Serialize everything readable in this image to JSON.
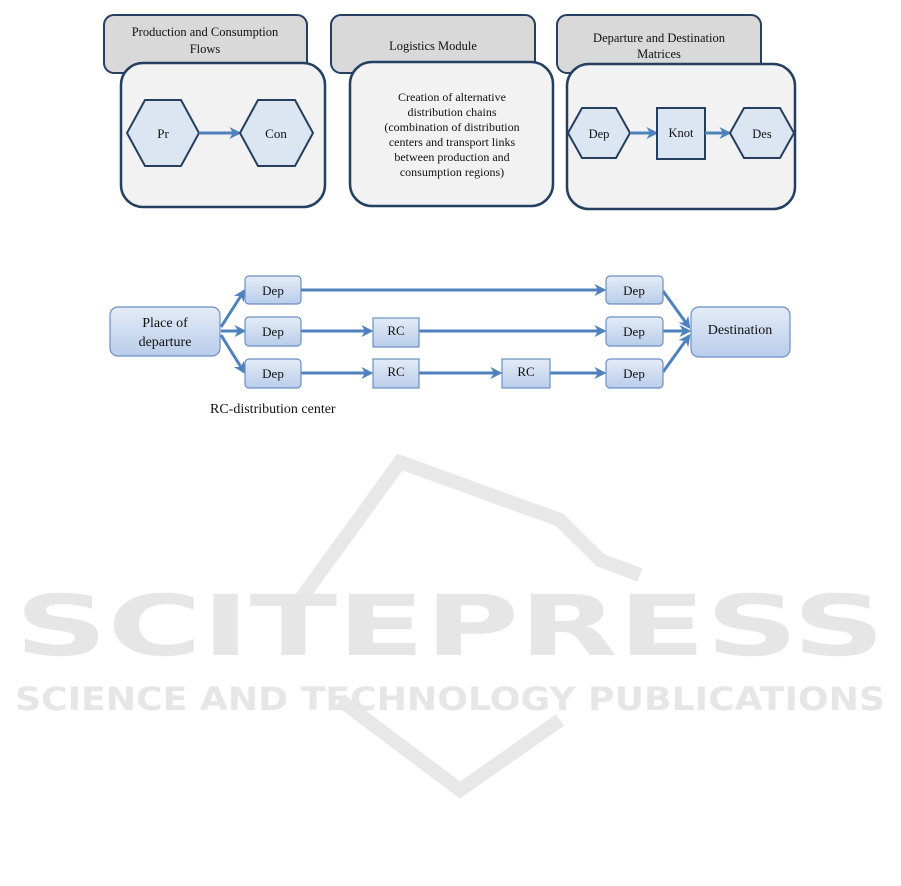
{
  "panels": [
    {
      "title_lines": [
        "Production and Consumption",
        "Flows"
      ],
      "nodes": [
        "Pr",
        "Con"
      ]
    },
    {
      "title_lines": [
        "Logistics Module"
      ],
      "body_lines": [
        "Creation of alternative",
        "distribution chains",
        "(combination of distribution",
        "centers and transport links",
        "between production and",
        "consumption regions)"
      ]
    },
    {
      "title_lines": [
        "Departure and Destination",
        "Matrices"
      ],
      "nodes": [
        "Dep",
        "Knot",
        "Des"
      ]
    }
  ],
  "flow": {
    "origin_lines": [
      "Place of",
      "departure"
    ],
    "destination": "Destination",
    "dep": "Dep",
    "rc": "RC",
    "caption": "RC-distribution center"
  },
  "watermark": {
    "title": "SCITEPRESS",
    "subtitle": "SCIENCE AND TECHNOLOGY PUBLICATIONS"
  },
  "colors": {
    "border": "#243f60",
    "node_fill": "#dce6f2",
    "arrow": "#4f81bd",
    "header_fill": "#d9d9d9",
    "body_fill": "#f2f2f2"
  }
}
